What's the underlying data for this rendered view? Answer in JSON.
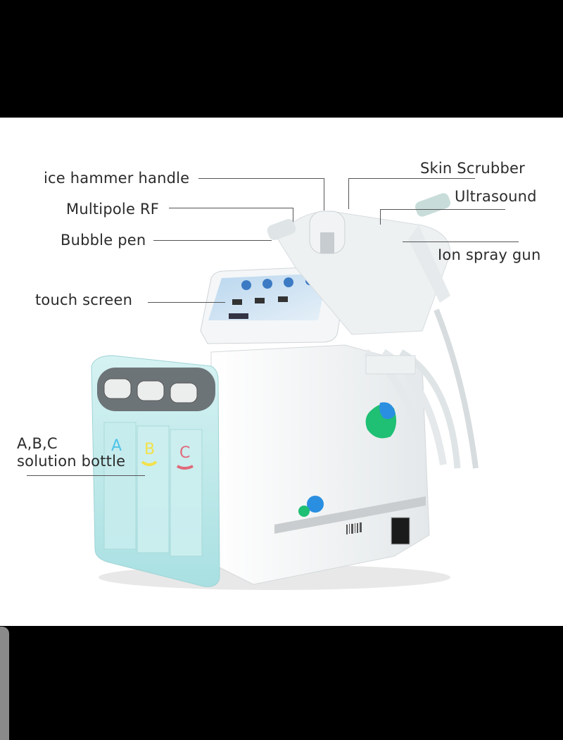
{
  "image": {
    "subject": "Hydra facial beauty machine with labeled components",
    "background": "#ffffff",
    "letterbox_color": "#000000"
  },
  "labels": {
    "ice_hammer_handle": "ice hammer handle",
    "multipole_rf": "Multipole RF",
    "bubble_pen": "Bubble pen",
    "touch_screen": "touch screen",
    "abc_line1": "A,B,C",
    "abc_line2": "solution bottle",
    "skin_scrubber": "Skin Scrubber",
    "ultrasound": "Ultrasound",
    "ion_spray_gun": "Ion spray gun"
  },
  "bottles": {
    "a": "A",
    "b": "B",
    "c": "C"
  },
  "colors": {
    "body_white": "#f2f4f5",
    "tank_aqua": "#bfe9ea",
    "logo_green": "#1fbf74",
    "logo_blue": "#2a8fe0",
    "bottle_a": "#4fc3e8",
    "bottle_b": "#f3e14a",
    "bottle_c": "#e06a7a"
  }
}
